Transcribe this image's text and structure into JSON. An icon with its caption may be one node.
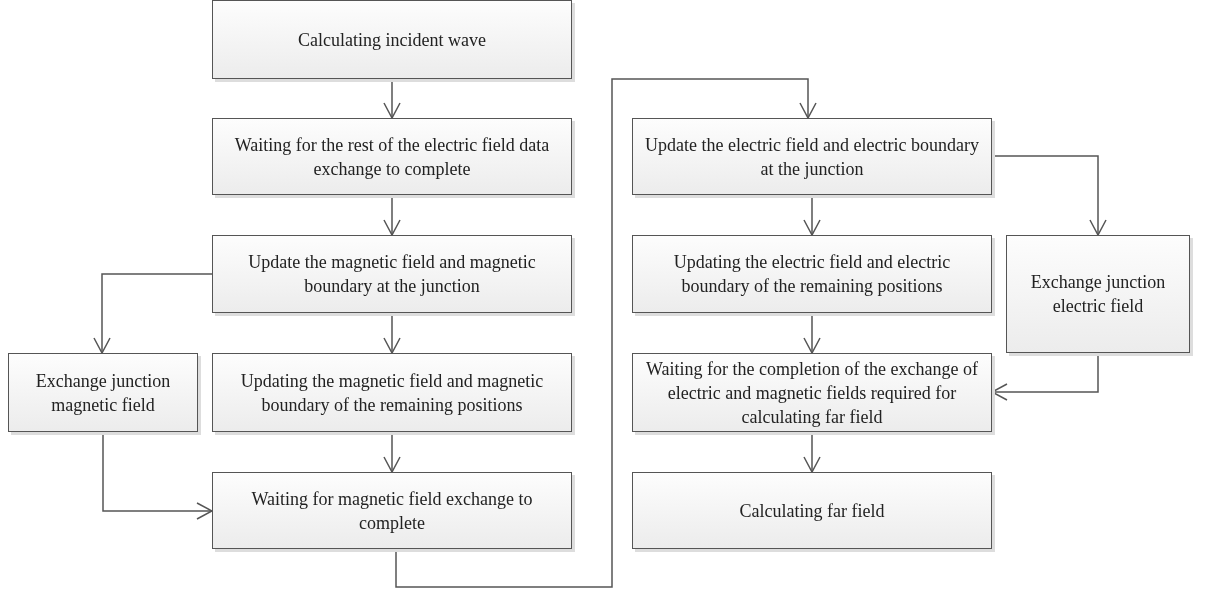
{
  "diagram": {
    "nodes": [
      {
        "text": [
          "Calculating incident wave"
        ]
      },
      {
        "text": [
          "Waiting for the rest of the electric field data exchange to complete"
        ]
      },
      {
        "text": [
          "Update the magnetic field and magnetic boundary at the junction"
        ]
      },
      {
        "text": [
          "Exchange junction magnetic field"
        ]
      },
      {
        "text": [
          "Updating the magnetic field and magnetic boundary of the remaining positions"
        ]
      },
      {
        "text": [
          "Waiting for magnetic field exchange to complete"
        ]
      },
      {
        "text": [
          "Update the electric field and electric boundary at the junction"
        ]
      },
      {
        "text": [
          "Updating the electric field and electric boundary of the remaining positions"
        ]
      },
      {
        "text": [
          "Exchange junction electric field"
        ]
      },
      {
        "text": [
          "Waiting for the completion of the exchange of electric and magnetic fields required for calculating far field"
        ]
      },
      {
        "text": [
          "Calculating far field"
        ]
      }
    ],
    "edges": [
      {
        "from": 0,
        "to": 1,
        "arrow": "to"
      },
      {
        "from": 1,
        "to": 2,
        "arrow": "to"
      },
      {
        "from": 2,
        "to": 3,
        "arrow": "to"
      },
      {
        "from": 2,
        "to": 4,
        "arrow": "to"
      },
      {
        "from": 3,
        "to": 5,
        "arrow": "to"
      },
      {
        "from": 4,
        "to": 5,
        "arrow": "to"
      },
      {
        "from": 5,
        "to": 6,
        "arrow": "to"
      },
      {
        "from": 6,
        "to": 7,
        "arrow": "to"
      },
      {
        "from": 6,
        "to": 8,
        "arrow": "to"
      },
      {
        "from": 7,
        "to": 9,
        "arrow": "to"
      },
      {
        "from": 8,
        "to": 9,
        "arrow": "to"
      },
      {
        "from": 9,
        "to": 10,
        "arrow": "to"
      }
    ]
  }
}
